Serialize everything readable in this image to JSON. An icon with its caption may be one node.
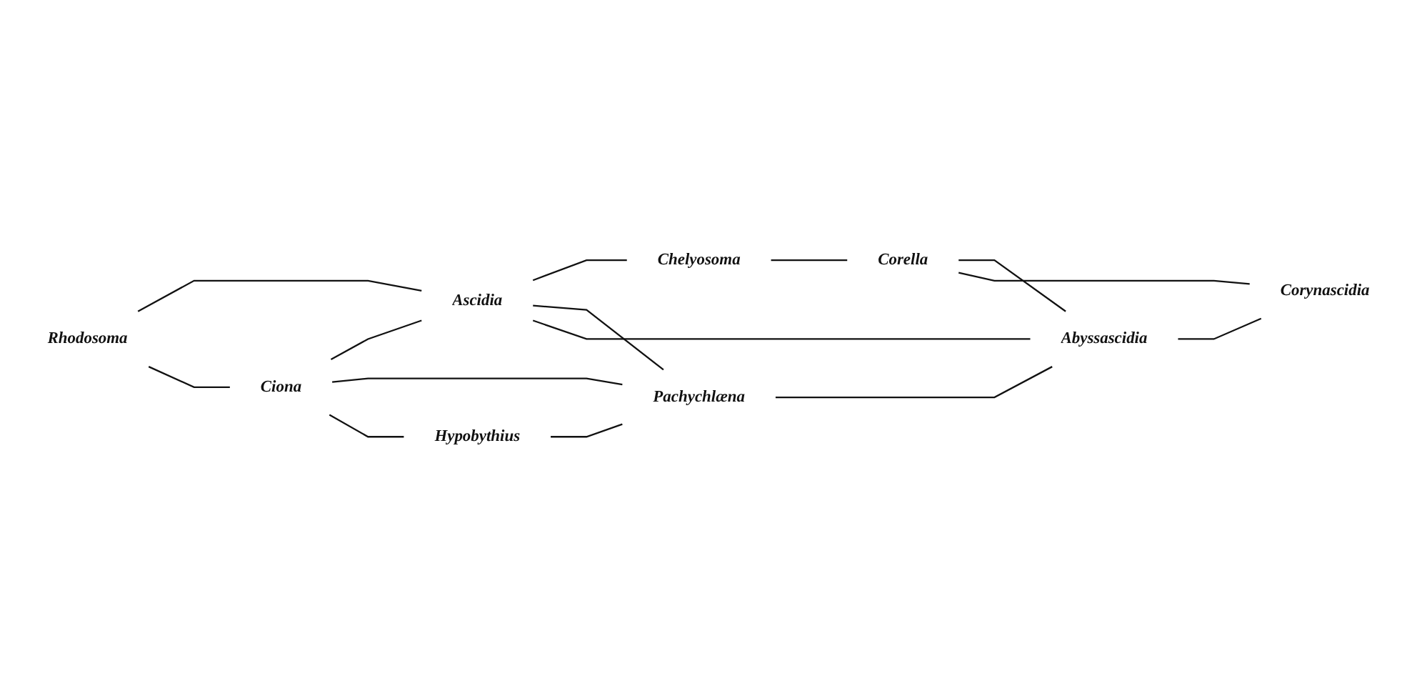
{
  "diagram": {
    "nodes": [
      {
        "text": [
          "Rhodosoma"
        ]
      },
      {
        "text": [
          "Chelyosoma"
        ]
      },
      {
        "text": [
          "Ascidia"
        ]
      },
      {
        "text": [
          "Corella"
        ]
      },
      {
        "text": [
          "Ciona"
        ]
      },
      {
        "text": [
          "Abyssascidia"
        ]
      },
      {
        "text": [
          "Pachychlæna"
        ]
      },
      {
        "text": [
          "Corynascidia"
        ]
      },
      {
        "text": [
          "Hypobythius"
        ]
      }
    ],
    "edges": [
      {
        "from": 0,
        "to": 2,
        "arrow": "none"
      },
      {
        "from": 0,
        "to": 4,
        "arrow": "none"
      },
      {
        "from": 2,
        "to": 1,
        "arrow": "none"
      },
      {
        "from": 1,
        "to": 3,
        "arrow": "none"
      },
      {
        "from": 4,
        "to": 2,
        "arrow": "none"
      },
      {
        "from": 4,
        "to": 6,
        "arrow": "none"
      },
      {
        "from": 2,
        "to": 6,
        "arrow": "none"
      },
      {
        "from": 2,
        "to": 5,
        "arrow": "none"
      },
      {
        "from": 6,
        "to": 5,
        "arrow": "none"
      },
      {
        "from": 3,
        "to": 5,
        "arrow": "none"
      },
      {
        "from": 5,
        "to": 7,
        "arrow": "none"
      },
      {
        "from": 3,
        "to": 7,
        "arrow": "none"
      },
      {
        "from": 4,
        "to": 8,
        "arrow": "none"
      },
      {
        "from": 8,
        "to": 6,
        "arrow": "none"
      }
    ]
  }
}
